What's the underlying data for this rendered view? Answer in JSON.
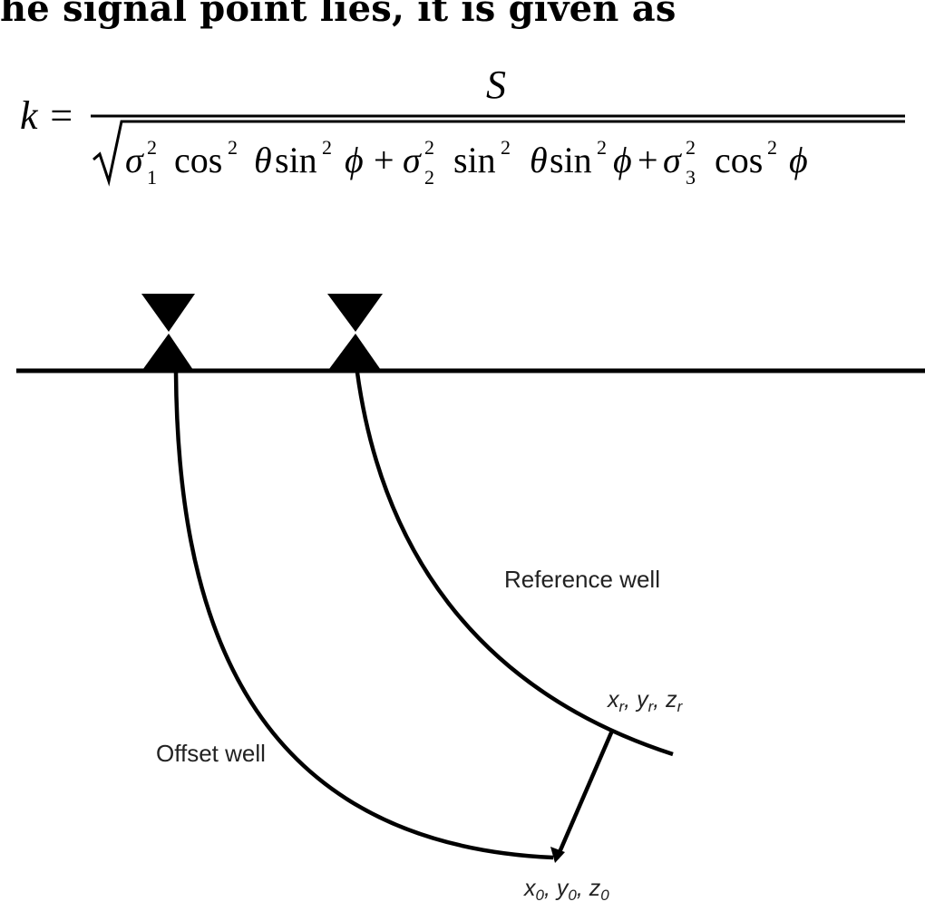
{
  "text": {
    "intro": "he signal point lies, it is given as"
  },
  "formula": {
    "lhs": "k =",
    "numerator": "S",
    "sqrt_symbol": "√",
    "t1": {
      "sigma": "σ",
      "sup": "2",
      "sub": "1",
      "cos": "cos",
      "cos_sup": "2",
      "theta": "θ",
      "sin": "sin",
      "sin_sup": "2",
      "phi": "ϕ"
    },
    "plus1": "+",
    "t2": {
      "sigma": "σ",
      "sup": "2",
      "sub": "2",
      "sin1": "sin",
      "sin1_sup": "2",
      "theta": "θ",
      "sin2": "sin",
      "sin2_sup": "2",
      "phi": "ϕ"
    },
    "plus2": "+",
    "t3": {
      "sigma": "σ",
      "sup": "2",
      "sub": "3",
      "cos": "cos",
      "cos_sup": "2",
      "phi": "ϕ"
    }
  },
  "diagram": {
    "reference_well_label": "Reference well",
    "offset_well_label": "Offset well",
    "reference_point": {
      "x": "x",
      "x_sub": "r",
      "y": "y",
      "y_sub": "r",
      "z": "z",
      "z_sub": "r",
      "sep": ", "
    },
    "offset_point": {
      "x": "x",
      "x_sub": "0",
      "y": "y",
      "y_sub": "0",
      "z": "z",
      "z_sub": "0",
      "sep": ", "
    },
    "colors": {
      "stroke": "#000000",
      "text": "#222222"
    }
  }
}
